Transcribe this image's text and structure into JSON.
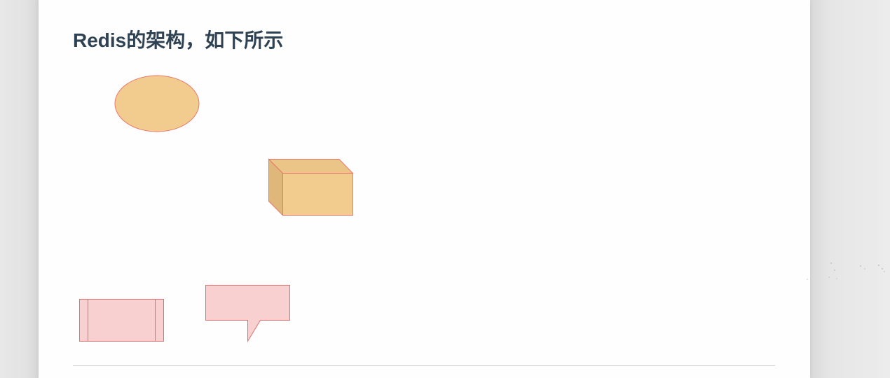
{
  "document": {
    "heading": "Redis的架构，如下所示"
  },
  "colors": {
    "orange_fill": "#f2cc8f",
    "orange_side": "#dfb77a",
    "orange_stroke": "#e8796b",
    "pink_fill": "#f8d0d0",
    "pink_stroke": "#e07070",
    "heading_text": "#2f4254"
  },
  "diagram": {
    "shapes": [
      "ellipse",
      "cube",
      "process",
      "callout"
    ]
  }
}
